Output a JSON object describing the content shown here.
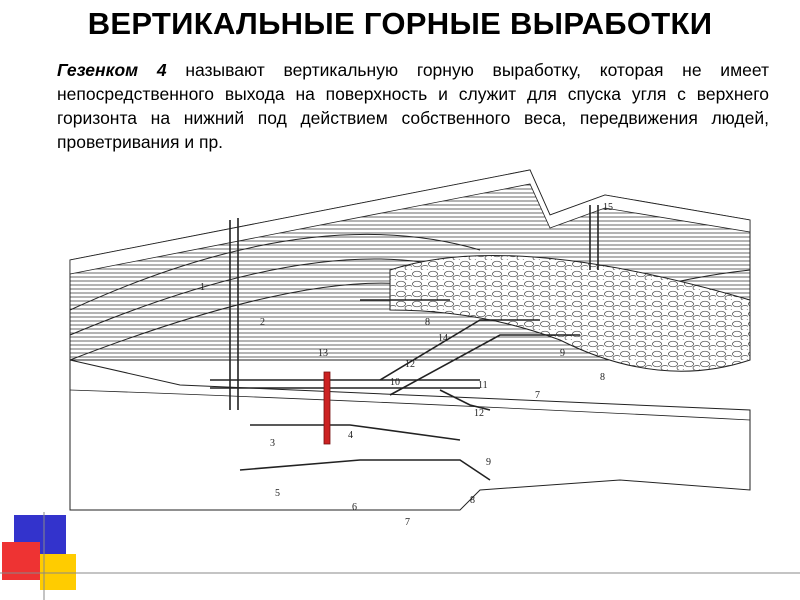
{
  "slide": {
    "title": "ВЕРТИКАЛЬНЫЕ ГОРНЫЕ ВЫРАБОТКИ",
    "term": "Гезенком 4",
    "text": " называют вертикальную горную выработку, которая не имеет непосредственного выхода на поверхность и служит для спуска угля с верхнего горизонта на нижний под действием собственного веса, передвижения людей, проветривания и пр."
  },
  "diagram": {
    "labels": [
      "1",
      "2",
      "3",
      "4",
      "5",
      "6",
      "7",
      "7",
      "8",
      "8",
      "8",
      "9",
      "9",
      "10",
      "11",
      "12",
      "12",
      "13",
      "14",
      "15"
    ],
    "highlight_color": "#cc2222"
  },
  "decor": {
    "colors": {
      "blue": "#3333cc",
      "red": "#ee3333",
      "yellow": "#ffcc00",
      "line": "#888888"
    }
  }
}
